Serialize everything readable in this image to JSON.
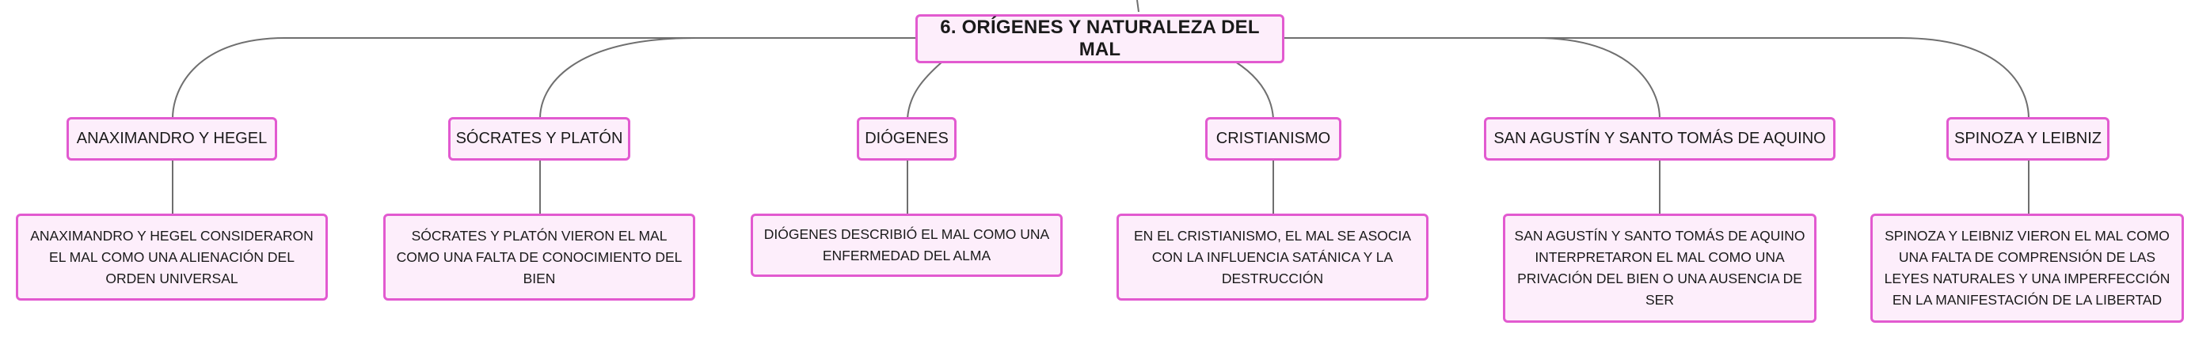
{
  "root": {
    "title": "6. ORÍGENES Y NATURALEZA DEL MAL"
  },
  "branches": [
    {
      "topic": "ANAXIMANDRO Y HEGEL",
      "detail": "ANAXIMANDRO Y HEGEL CONSIDERARON EL MAL COMO UNA ALIENACIÓN DEL ORDEN UNIVERSAL"
    },
    {
      "topic": "SÓCRATES Y PLATÓN",
      "detail": "SÓCRATES Y PLATÓN VIERON EL MAL COMO UNA FALTA DE CONOCIMIENTO DEL BIEN"
    },
    {
      "topic": "DIÓGENES",
      "detail": "DIÓGENES DESCRIBIÓ EL MAL COMO UNA ENFERMEDAD DEL ALMA"
    },
    {
      "topic": "CRISTIANISMO",
      "detail": "EN EL CRISTIANISMO, EL MAL SE ASOCIA CON LA INFLUENCIA SATÁNICA Y LA DESTRUCCIÓN"
    },
    {
      "topic": "SAN AGUSTÍN Y SANTO TOMÁS DE AQUINO",
      "detail": "SAN AGUSTÍN Y SANTO TOMÁS DE AQUINO INTERPRETARON EL MAL COMO UNA PRIVACIÓN DEL BIEN O UNA AUSENCIA DE SER"
    },
    {
      "topic": "SPINOZA Y LEIBNIZ",
      "detail": "SPINOZA Y LEIBNIZ VIERON EL MAL COMO UNA FALTA DE COMPRENSIÓN DE LAS LEYES NATURALES Y UNA IMPERFECCIÓN EN LA MANIFESTACIÓN DE LA LIBERTAD"
    }
  ],
  "colors": {
    "node_border": "#e25ad0",
    "node_fill": "#fdeefb",
    "connector": "#6f6f6f"
  }
}
